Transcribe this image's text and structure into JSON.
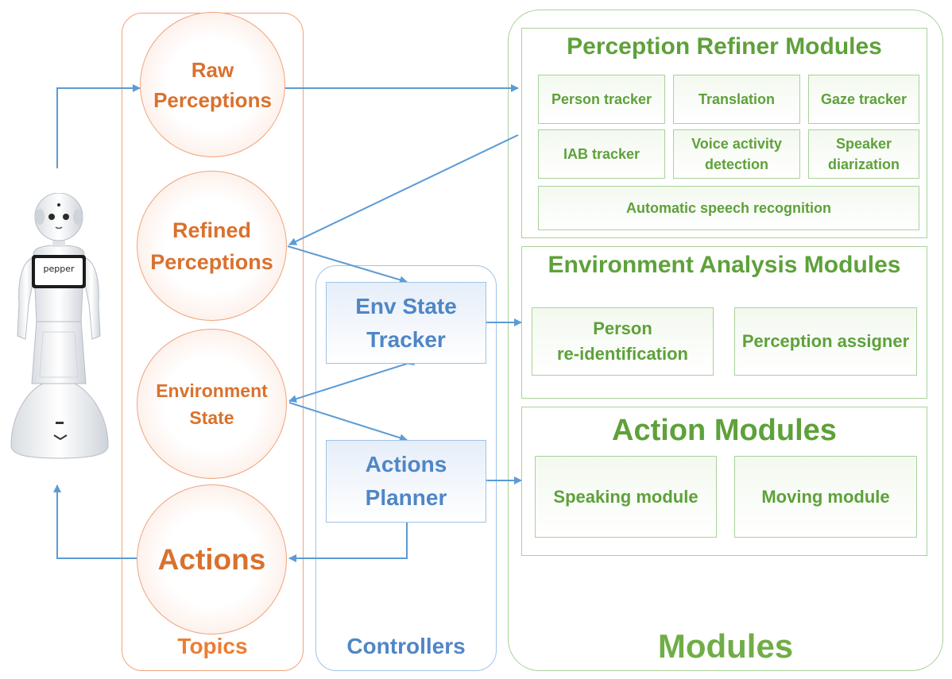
{
  "robot": {
    "screen_label": "pepper"
  },
  "topics": {
    "label": "Topics",
    "raw": [
      "Raw",
      "Perceptions"
    ],
    "refined": [
      "Refined",
      "Perceptions"
    ],
    "env_state": [
      "Environment",
      "State"
    ],
    "actions": "Actions"
  },
  "controllers": {
    "label": "Controllers",
    "env_state_tracker": [
      "Env State",
      "Tracker"
    ],
    "actions_planner": [
      "Actions",
      "Planner"
    ]
  },
  "modules": {
    "label": "Modules",
    "perception_refiner": {
      "title": "Perception Refiner Modules",
      "person_tracker": "Person tracker",
      "translation": "Translation",
      "gaze_tracker": "Gaze tracker",
      "iab_tracker": "IAB tracker",
      "voice_activity": [
        "Voice activity",
        "detection"
      ],
      "speaker_diarization": [
        "Speaker",
        "diarization"
      ],
      "asr": "Automatic speech recognition"
    },
    "environment_analysis": {
      "title": "Environment Analysis Modules",
      "person_reid": [
        "Person",
        "re-identification"
      ],
      "perception_assigner": "Perception assigner"
    },
    "action": {
      "title": "Action Modules",
      "speaking": "Speaking module",
      "moving": "Moving module"
    }
  },
  "colors": {
    "topics": "#d9712e",
    "controllers": "#4f86c6",
    "modules": "#5ea13a",
    "arrow": "#5b9bd5"
  }
}
